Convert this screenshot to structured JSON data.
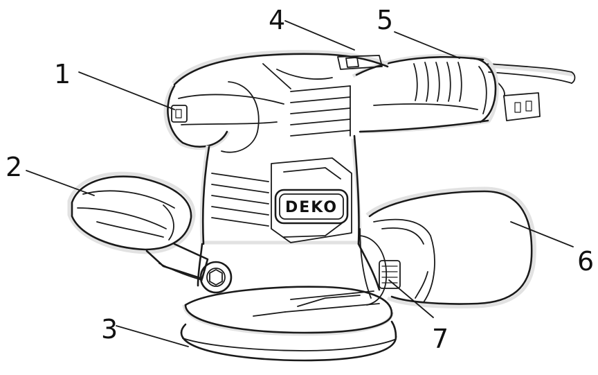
{
  "brand": {
    "name": "DEKO",
    "text_color": "#111111",
    "badge_color": "#ffffff"
  },
  "callouts": [
    {
      "number": "1"
    },
    {
      "number": "2"
    },
    {
      "number": "3"
    },
    {
      "number": "4"
    },
    {
      "number": "5"
    },
    {
      "number": "6"
    },
    {
      "number": "7"
    }
  ],
  "colors": {
    "line": "#1a1a1a",
    "halo": "#e2e2e2",
    "background": "#ffffff"
  }
}
